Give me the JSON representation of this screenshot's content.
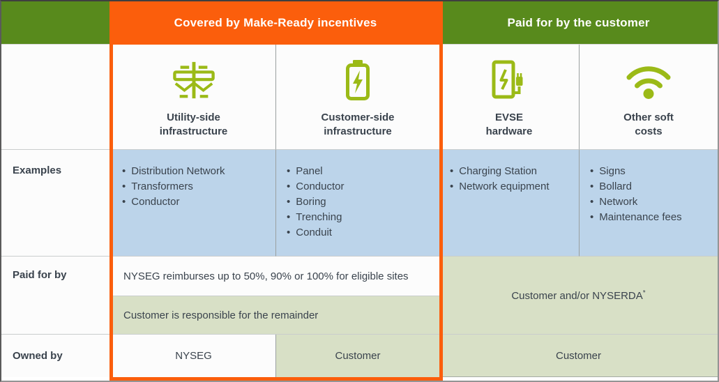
{
  "colors": {
    "orange": "#fb5e0c",
    "green": "#588a1c",
    "lime": "#9bba17",
    "blue": "#bcd4ea",
    "cellgreen": "#d8e0c6",
    "text": "#3a434d",
    "hline": "#c9cdcd",
    "vline": "#9aa0a0"
  },
  "header": {
    "make_ready_label": "Covered by Make-Ready incentives",
    "customer_label": "Paid for by the customer"
  },
  "columns": [
    {
      "icon": "utility-pole-icon",
      "label": "Utility-side\ninfrastructure"
    },
    {
      "icon": "battery-charge-icon",
      "label": "Customer-side\ninfrastructure"
    },
    {
      "icon": "evse-charger-icon",
      "label": "EVSE\nhardware"
    },
    {
      "icon": "wifi-icon",
      "label": "Other soft\ncosts"
    }
  ],
  "rows": {
    "examples": {
      "label": "Examples",
      "utility_items": [
        "Distribution Network",
        "Transformers",
        "Conductor"
      ],
      "customer_side_items": [
        "Panel",
        "Conductor",
        "Boring",
        "Trenching",
        "Conduit"
      ],
      "evse_items": [
        "Charging Station",
        "Network equipment"
      ],
      "soft_cost_items": [
        "Signs",
        "Bollard",
        "Network",
        "Maintenance fees"
      ]
    },
    "paid_for_by": {
      "label": "Paid for by",
      "make_ready_reimburse": "NYSEG reimburses up to 50%, 90% or 100% for eligible sites",
      "make_ready_remainder": "Customer is responsible for the remainder",
      "customer_section": "Customer and/or NYSERDA",
      "customer_section_note_marker": "*"
    },
    "owned_by": {
      "label": "Owned by",
      "utility_owner": "NYSEG",
      "customer_side_owner": "Customer",
      "customer_section_owner": "Customer"
    }
  }
}
